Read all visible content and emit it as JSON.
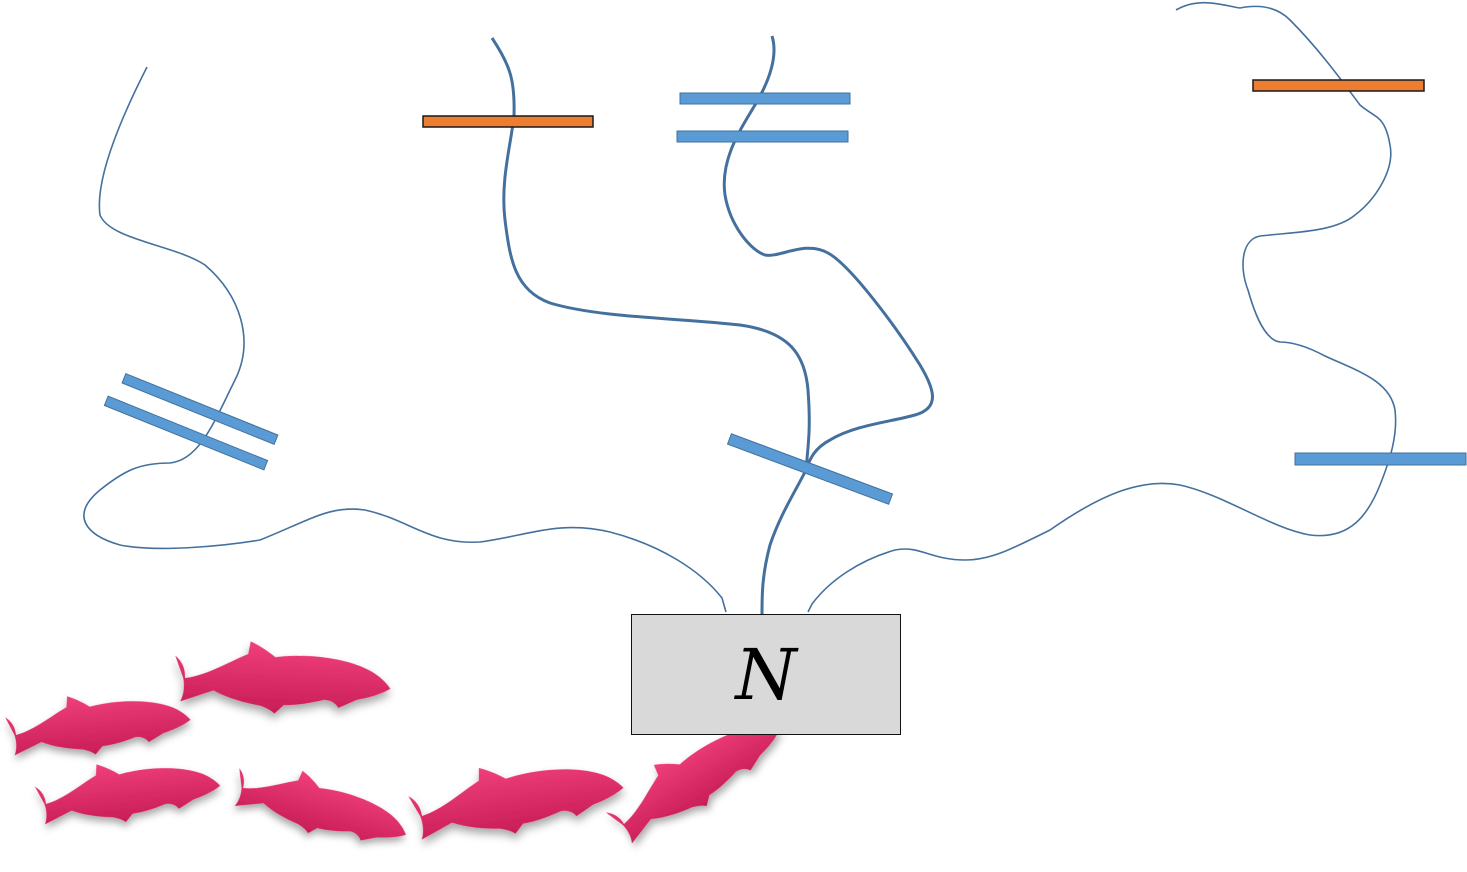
{
  "node": {
    "label": "N"
  },
  "colors": {
    "stream": "#44709e",
    "barrier_passable": "#5b9bd5",
    "barrier_impassable": "#ed7d31",
    "node_fill": "#d9d9d9",
    "fish": "#d6245f"
  },
  "icons": {
    "fish": "fish-icon"
  },
  "counts": {
    "fish": 6,
    "blue_barriers": 6,
    "orange_barriers": 2,
    "streams": 5
  }
}
